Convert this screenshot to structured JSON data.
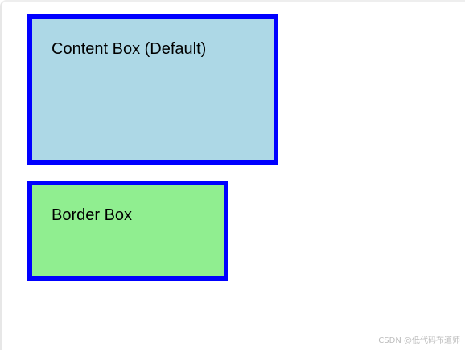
{
  "boxes": {
    "content_box": {
      "label": "Content Box (Default)",
      "background": "#add8e6",
      "border_color": "#0000ff"
    },
    "border_box": {
      "label": "Border Box",
      "background": "#90ee90",
      "border_color": "#0000ff"
    }
  },
  "watermark": "CSDN @低代码布道师"
}
